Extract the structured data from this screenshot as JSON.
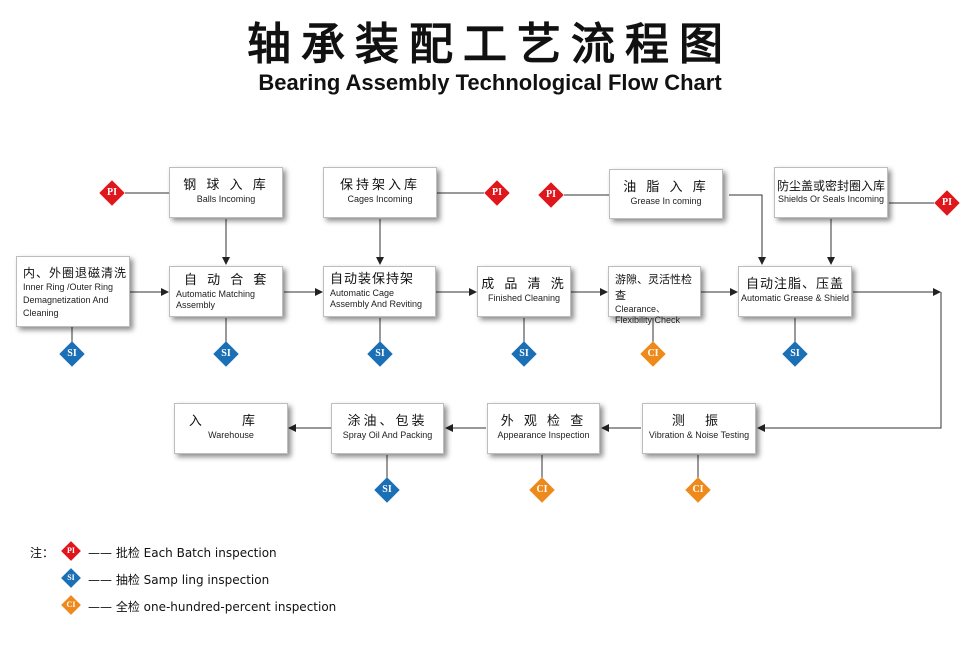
{
  "title_zh": "轴承装配工艺流程图",
  "title_en": "Bearing Assembly Technological Flow Chart",
  "steps": {
    "balls": {
      "zh": "钢 球 入 库",
      "en": "Balls Incoming"
    },
    "cages": {
      "zh": "保持架入库",
      "en": "Cages Incoming"
    },
    "grease": {
      "zh": "油 脂 入 库",
      "en": "Grease In coming"
    },
    "shields": {
      "zh": "防尘盖或密封圈入库",
      "en": "Shields Or Seals Incoming"
    },
    "demag": {
      "zh": "内、外圈退磁清洗",
      "en": "Inner Ring /Outer Ring Demagnetization And Cleaning"
    },
    "matching": {
      "zh": "自 动 合 套",
      "en": "Automatic Matching Assembly"
    },
    "riveting": {
      "zh": "自动装保持架",
      "en": "Automatic Cage Assembly And Reviting"
    },
    "finished": {
      "zh": "成 品 清 洗",
      "en": "Finished Cleaning"
    },
    "clearance": {
      "zh": "游隙、灵活性检查",
      "en": "Clearance、Flexibility Check"
    },
    "greaseshield": {
      "zh": "自动注脂、压盖",
      "en": "Automatic Grease & Shield"
    },
    "vibration": {
      "zh": "测 振",
      "en": "Vibration & Noise Testing"
    },
    "appearance": {
      "zh": "外 观 检 查",
      "en": "Appearance Inspection"
    },
    "packing": {
      "zh": "涂油、包装",
      "en": "Spray Oil And Packing"
    },
    "warehouse": {
      "zh": "入 库",
      "en": "Warehouse"
    }
  },
  "marks": {
    "pi": "PI",
    "si": "SI",
    "ci": "CI"
  },
  "legend": {
    "note": "注：",
    "pi": "—— 批检 Each Batch inspection",
    "si": "—— 抽检 Samp ling inspection",
    "ci": "—— 全检 one-hundred-percent inspection"
  },
  "colors": {
    "pi": "#e0161d",
    "si": "#1a6fb5",
    "ci": "#ee8a1b"
  }
}
